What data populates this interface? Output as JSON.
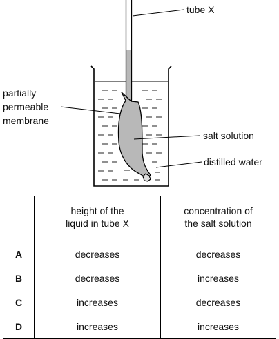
{
  "labels": {
    "tube": "tube X",
    "membrane": [
      "partially",
      "permeable",
      "membrane"
    ],
    "salt": "salt solution",
    "water": "distilled water"
  },
  "table": {
    "headers": [
      [
        "height of the",
        "liquid in tube X"
      ],
      [
        "concentration of",
        "the salt solution"
      ]
    ],
    "rows": [
      {
        "letter": "A",
        "height": "decreases",
        "concentration": "decreases"
      },
      {
        "letter": "B",
        "height": "decreases",
        "concentration": "increases"
      },
      {
        "letter": "C",
        "height": "increases",
        "concentration": "decreases"
      },
      {
        "letter": "D",
        "height": "increases",
        "concentration": "increases"
      }
    ]
  }
}
